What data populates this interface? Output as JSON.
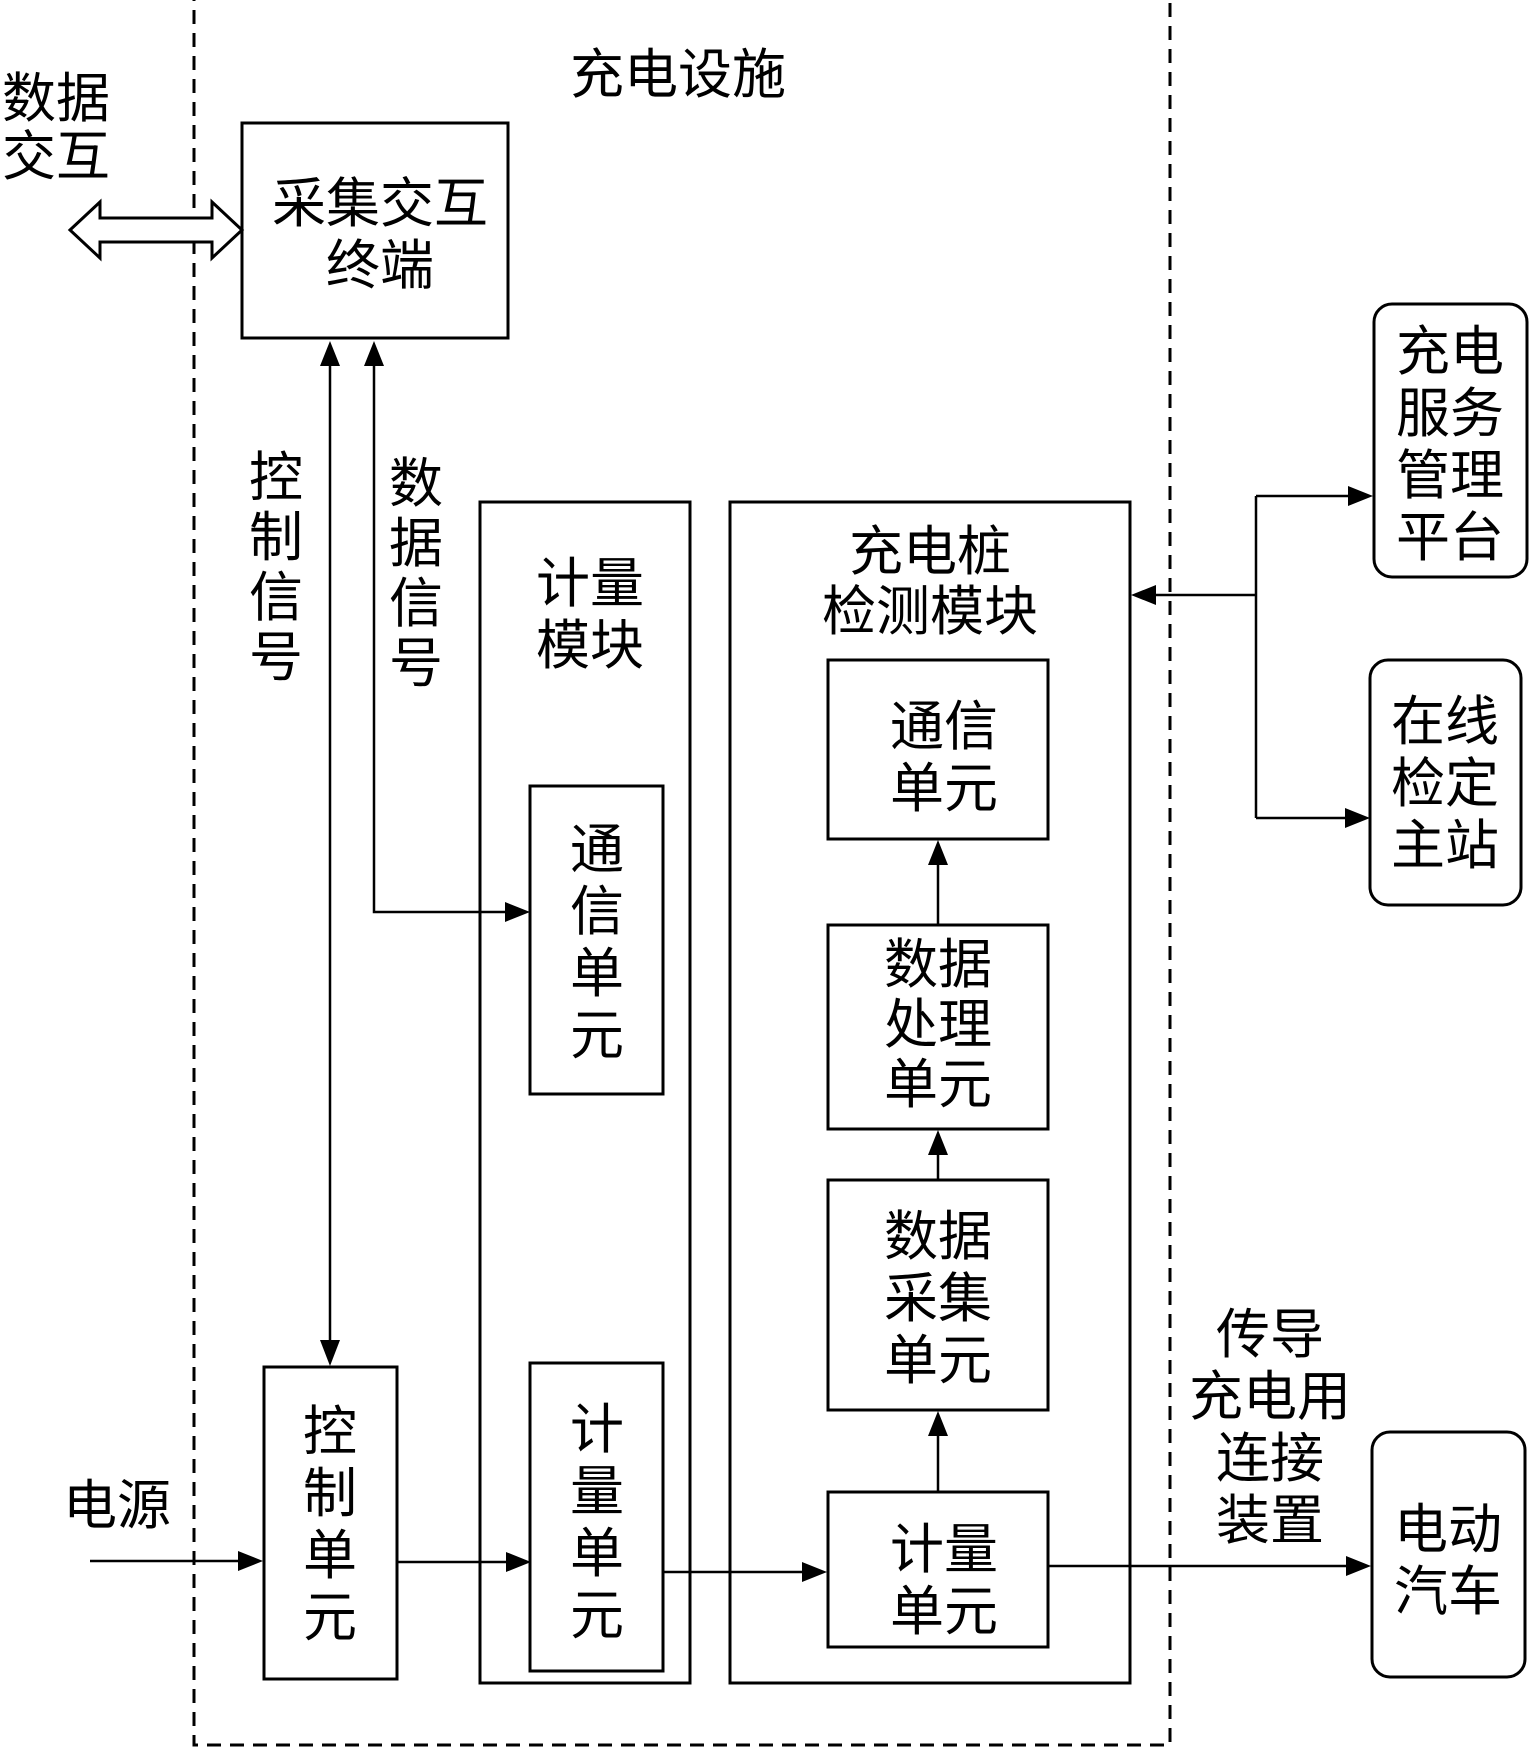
{
  "facility": {
    "title": "充电设施"
  },
  "external": {
    "data_exchange": [
      "数据",
      "交互"
    ],
    "power_source": "电源",
    "conductive_connector": [
      "传导",
      "充电用",
      "连接",
      "装置"
    ]
  },
  "terminal": {
    "label": [
      "采集交互",
      "终端"
    ]
  },
  "signals": {
    "control": [
      "控",
      "制",
      "信",
      "号"
    ],
    "data": [
      "数",
      "据",
      "信",
      "号"
    ]
  },
  "control_unit": {
    "label": [
      "控",
      "制",
      "单",
      "元"
    ]
  },
  "metering_module": {
    "title": [
      "计量",
      "模块"
    ],
    "comm_unit": [
      "通",
      "信",
      "单",
      "元"
    ],
    "meter_unit": [
      "计",
      "量",
      "单",
      "元"
    ]
  },
  "detection_module": {
    "title": [
      "充电桩",
      "检测模块"
    ],
    "comm_unit": [
      "通信",
      "单元"
    ],
    "processing_unit": [
      "数据",
      "处理",
      "单元"
    ],
    "acquisition_unit": [
      "数据",
      "采集",
      "单元"
    ],
    "meter_unit": [
      "计量",
      "单元"
    ]
  },
  "platforms": {
    "service_platform": [
      "充电",
      "服务",
      "管理",
      "平台"
    ],
    "verification_station": [
      "在线",
      "检定",
      "主站"
    ],
    "ev": [
      "电动",
      "汽车"
    ]
  }
}
